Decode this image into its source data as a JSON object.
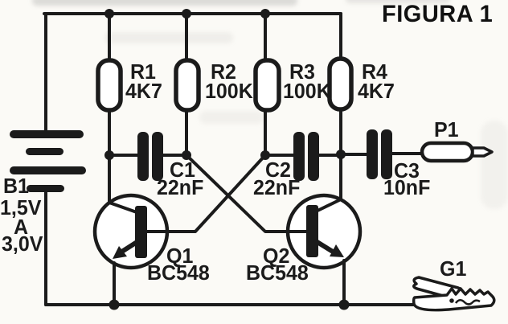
{
  "figure": {
    "title": "FIGURA 1"
  },
  "colors": {
    "ink": "#1b1b1b",
    "paper": "#fbfaf6"
  },
  "components": {
    "b1": {
      "ref": "B1",
      "type": "battery-symbol",
      "lines": [
        "1,5V",
        "A",
        "3,0V"
      ]
    },
    "r1": {
      "ref": "R1",
      "value": "4K7",
      "type": "resistor-symbol"
    },
    "r2": {
      "ref": "R2",
      "value": "100K",
      "type": "resistor-symbol"
    },
    "r3": {
      "ref": "R3",
      "value": "100K",
      "type": "resistor-symbol"
    },
    "r4": {
      "ref": "R4",
      "value": "4K7",
      "type": "resistor-symbol"
    },
    "c1": {
      "ref": "C1",
      "value": "22nF",
      "type": "capacitor-symbol"
    },
    "c2": {
      "ref": "C2",
      "value": "22nF",
      "type": "capacitor-symbol"
    },
    "c3": {
      "ref": "C3",
      "value": "10nF",
      "type": "capacitor-symbol"
    },
    "q1": {
      "ref": "Q1",
      "value": "BC548",
      "type": "npn-transistor-symbol"
    },
    "q2": {
      "ref": "Q2",
      "value": "BC548",
      "type": "npn-transistor-symbol"
    },
    "p1": {
      "ref": "P1",
      "type": "plug-symbol"
    },
    "g1": {
      "ref": "G1",
      "type": "alligator-clip-symbol"
    }
  }
}
